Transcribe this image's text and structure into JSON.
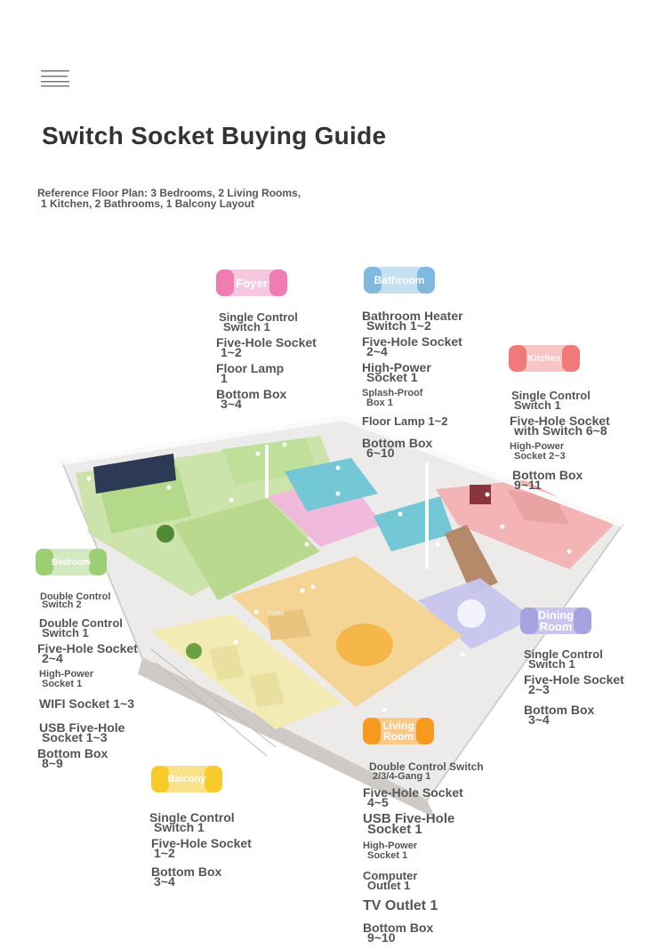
{
  "title": "Switch Socket Buying Guide",
  "subtitle": {
    "line1": "Reference Floor Plan: 3 Bedrooms, 2 Living Rooms,",
    "line2": "1 Kitchen, 2 Bathrooms, 1 Balcony Layout"
  },
  "floorplan_labels": {
    "outlet": "Outlet"
  },
  "colors": {
    "foyer": "#f07cb4",
    "bathroom": "#7fb9e0",
    "kitchen": "#f07a7a",
    "bedroom": "#9ccf73",
    "dining": "#a7a2e0",
    "living": "#f59a1e",
    "balcony": "#f6cb2a"
  },
  "rooms": {
    "foyer": {
      "label": "Foyer",
      "items": [
        {
          "l1": "Single Control",
          "l2": "Switch 1"
        },
        {
          "l1": "Five-Hole Socket",
          "l2": "1~2"
        },
        {
          "l1": "Floor Lamp",
          "l2": "1"
        },
        {
          "l1": "Bottom Box",
          "l2": "3~4"
        }
      ]
    },
    "bathroom": {
      "label": "Bathroom",
      "items": [
        {
          "l1": "Bathroom Heater",
          "l2": "Switch 1~2"
        },
        {
          "l1": "Five-Hole Socket",
          "l2": "2~4"
        },
        {
          "l1": "High-Power",
          "l2": "Socket 1"
        },
        {
          "l1": "Splash-Proof",
          "l2": "Box 1"
        },
        {
          "l1": "Floor Lamp 1~2",
          "l2": ""
        },
        {
          "l1": "Bottom Box",
          "l2": "6~10"
        }
      ]
    },
    "kitchen": {
      "label": "Kitchen",
      "items": [
        {
          "l1": "Single Control",
          "l2": "Switch 1"
        },
        {
          "l1": "Five-Hole Socket",
          "l2": "with Switch 6~8"
        },
        {
          "l1": "High-Power",
          "l2": "Socket 2~3"
        },
        {
          "l1": "Bottom Box",
          "l2": "9~11"
        }
      ]
    },
    "bedroom": {
      "label": "Bedroom",
      "items": [
        {
          "l1": "Double Control",
          "l2": "Switch 2"
        },
        {
          "l1": "Double Control",
          "l2": "Switch 1"
        },
        {
          "l1": "Five-Hole Socket",
          "l2": "2~4"
        },
        {
          "l1": "High-Power",
          "l2": "Socket 1"
        },
        {
          "l1": "WIFI Socket 1~3",
          "l2": ""
        },
        {
          "l1": "USB Five-Hole",
          "l2": "Socket 1~3"
        },
        {
          "l1": "Bottom Box",
          "l2": "8~9"
        }
      ]
    },
    "dining": {
      "label": "Dining Room",
      "items": [
        {
          "l1": "Single Control",
          "l2": "Switch 1"
        },
        {
          "l1": "Five-Hole Socket",
          "l2": "2~3"
        },
        {
          "l1": "Bottom Box",
          "l2": "3~4"
        }
      ]
    },
    "living": {
      "label": "Living Room",
      "items": [
        {
          "l1": "Double Control Switch",
          "l2": "2/3/4-Gang 1"
        },
        {
          "l1": "Five-Hole Socket",
          "l2": "4~5"
        },
        {
          "l1": "USB Five-Hole",
          "l2": "Socket 1"
        },
        {
          "l1": "High-Power",
          "l2": "Socket 1"
        },
        {
          "l1": "Computer",
          "l2": "Outlet 1"
        },
        {
          "l1": "TV Outlet 1",
          "l2": ""
        },
        {
          "l1": "Bottom Box",
          "l2": "9~10"
        }
      ]
    },
    "balcony": {
      "label": "Balcony",
      "items": [
        {
          "l1": "Single Control",
          "l2": "Switch 1"
        },
        {
          "l1": "Five-Hole Socket",
          "l2": "1~2"
        },
        {
          "l1": "Bottom Box",
          "l2": "3~4"
        }
      ]
    }
  }
}
